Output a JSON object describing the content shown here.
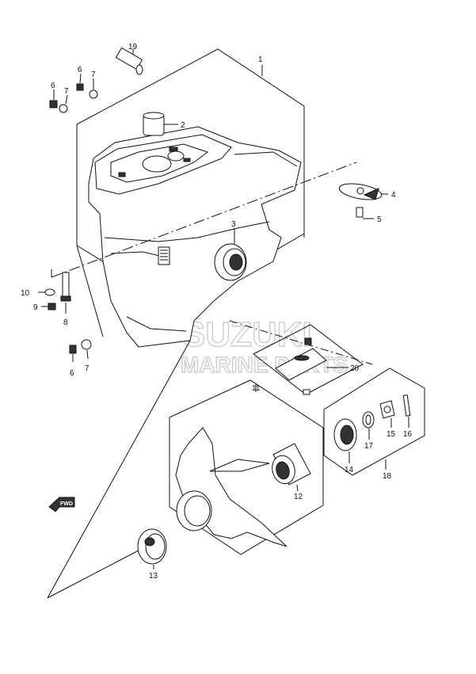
{
  "diagram": {
    "part_numbers": {
      "p1": "1",
      "p2": "2",
      "p3": "3",
      "p4": "4",
      "p5": "5",
      "p6a": "6",
      "p6b": "6",
      "p6c": "6",
      "p7a": "7",
      "p7b": "7",
      "p7c": "7",
      "p8": "8",
      "p9": "9",
      "p10": "10",
      "p11": "11",
      "p12": "12",
      "p13": "13",
      "p14": "14",
      "p15": "15",
      "p16": "16",
      "p17": "17",
      "p18": "18",
      "p19": "19",
      "p20": "20"
    },
    "watermark": {
      "line1": "SUZUKI",
      "line2": "MARINE PARTS"
    },
    "direction_arrow": "FWD"
  }
}
